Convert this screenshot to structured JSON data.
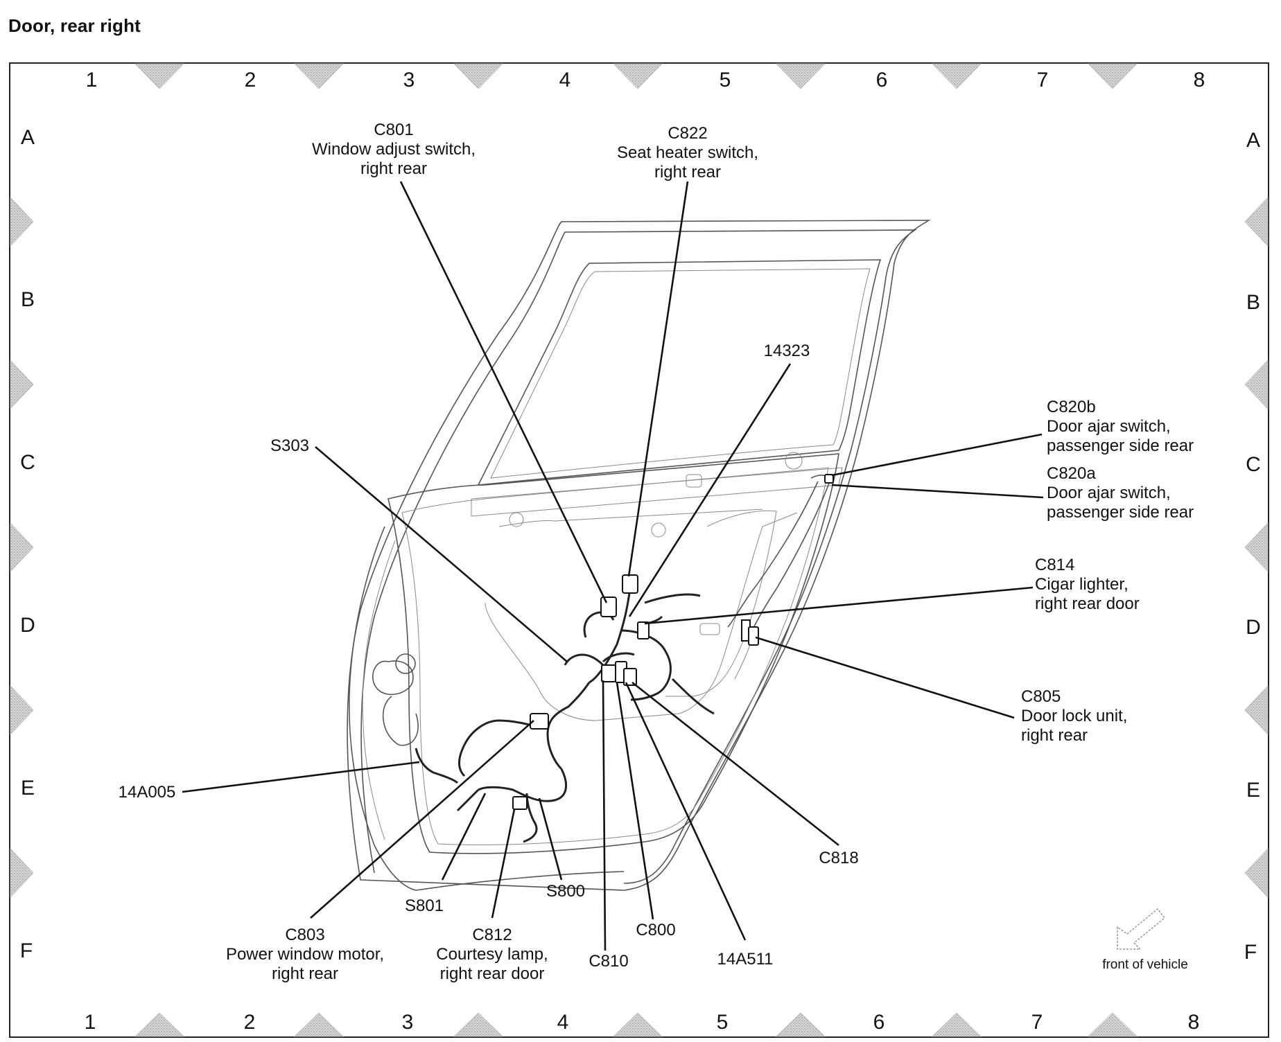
{
  "title": "Door, rear right",
  "grid": {
    "columns": [
      "1",
      "2",
      "3",
      "4",
      "5",
      "6",
      "7",
      "8"
    ],
    "rows": [
      "A",
      "B",
      "C",
      "D",
      "E",
      "F"
    ]
  },
  "components": {
    "c801": {
      "id": "C801",
      "desc1": "Window adjust switch,",
      "desc2": "right rear"
    },
    "c822": {
      "id": "C822",
      "desc1": "Seat heater switch,",
      "desc2": "right rear"
    },
    "p14323": {
      "id": "14323"
    },
    "c820b": {
      "id": "C820b",
      "desc1": "Door ajar switch,",
      "desc2": "passenger side rear"
    },
    "c820a": {
      "id": "C820a",
      "desc1": "Door ajar switch,",
      "desc2": "passenger side rear"
    },
    "s303": {
      "id": "S303"
    },
    "c814": {
      "id": "C814",
      "desc1": "Cigar lighter,",
      "desc2": "right rear door"
    },
    "c805": {
      "id": "C805",
      "desc1": "Door lock unit,",
      "desc2": "right rear"
    },
    "p14a005": {
      "id": "14A005"
    },
    "c818": {
      "id": "C818"
    },
    "s801": {
      "id": "S801"
    },
    "s800": {
      "id": "S800"
    },
    "c803": {
      "id": "C803",
      "desc1": "Power window motor,",
      "desc2": "right rear"
    },
    "c812": {
      "id": "C812",
      "desc1": "Courtesy lamp,",
      "desc2": "right rear door"
    },
    "c810": {
      "id": "C810"
    },
    "c800": {
      "id": "C800"
    },
    "p14a511": {
      "id": "14A511"
    }
  },
  "front_of_vehicle": "front of vehicle",
  "icons": {
    "direction": "front-arrow-icon"
  }
}
